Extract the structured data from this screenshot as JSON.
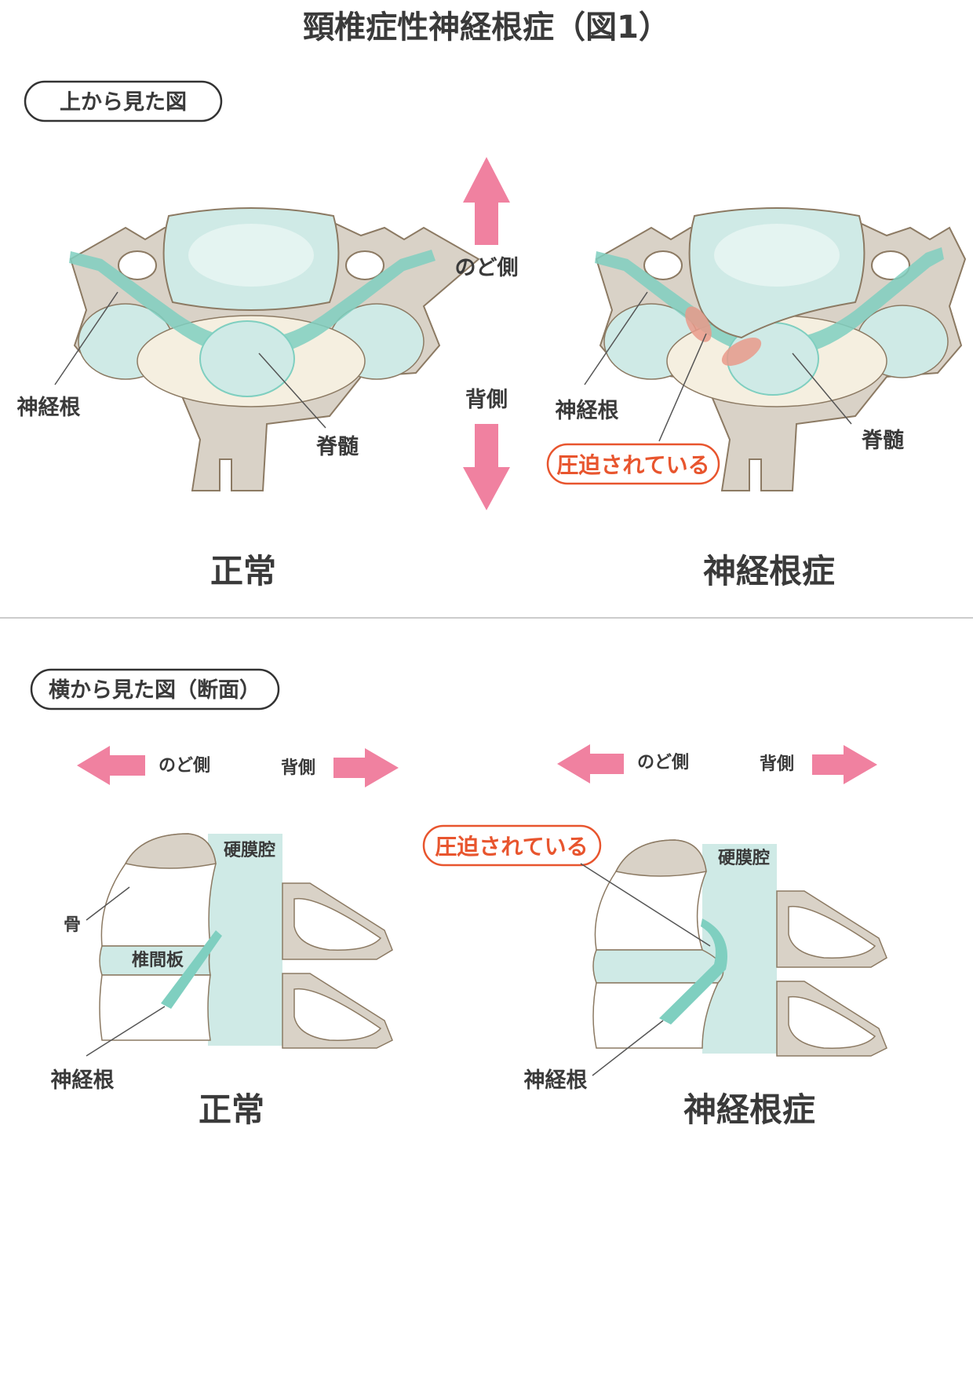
{
  "title": "頸椎症性神経根症（図1）",
  "top_section": {
    "label": "上から見た図",
    "direction_front": "のど側",
    "direction_back": "背側",
    "normal": {
      "caption": "正常",
      "nerve_root": "神経根",
      "spinal_cord": "脊髄"
    },
    "disease": {
      "caption": "神経根症",
      "nerve_root": "神経根",
      "spinal_cord": "脊髄",
      "compressed": "圧迫されている"
    }
  },
  "side_section": {
    "label": "横から見た図（断面）",
    "normal": {
      "front": "のど側",
      "back": "背側",
      "caption": "正常",
      "epidural": "硬膜腔",
      "bone": "骨",
      "disc": "椎間板",
      "nerve_root": "神経根"
    },
    "disease": {
      "front": "のど側",
      "back": "背側",
      "caption": "神経根症",
      "epidural": "硬膜腔",
      "nerve_root": "神経根",
      "compressed": "圧迫されている"
    }
  },
  "colors": {
    "bone": "#d9d2c7",
    "bone_outline": "#8c7a63",
    "cord": "#cfeae6",
    "nerve": "#7fcfc0",
    "arrow": "#f081a0",
    "alert": "#e8552e",
    "divider": "#cccccc"
  }
}
